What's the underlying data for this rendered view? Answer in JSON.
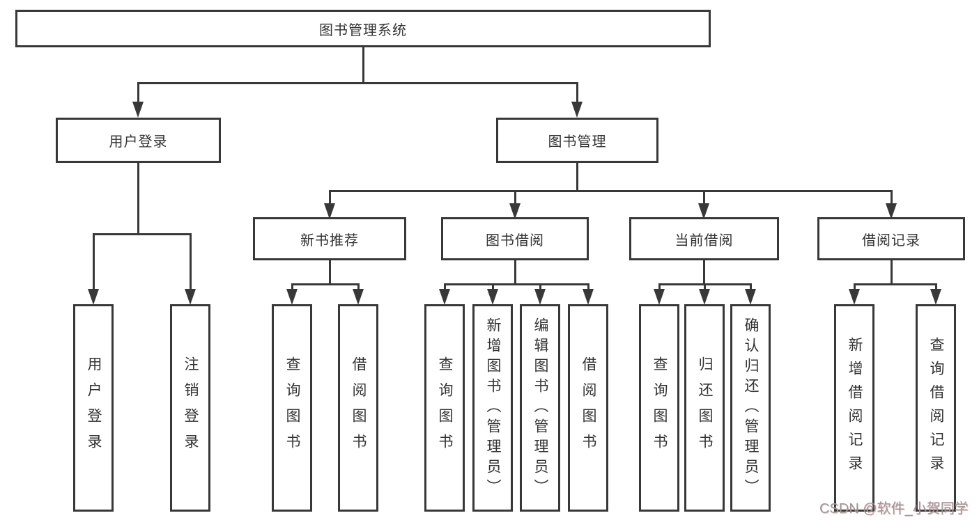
{
  "tree": {
    "root": "图书管理系统",
    "level1": [
      {
        "label": "用户登录",
        "children": [
          "用户登录",
          "注销登录"
        ]
      },
      {
        "label": "图书管理",
        "groups": [
          {
            "label": "新书推荐",
            "children": [
              "查询图书",
              "借阅图书"
            ]
          },
          {
            "label": "图书借阅",
            "children": [
              "查询图书",
              "新增图书（管理员）",
              "编辑图书（管理员）",
              "借阅图书"
            ]
          },
          {
            "label": "当前借阅",
            "children": [
              "查询图书",
              "归还图书",
              "确认归还（管理员）"
            ]
          },
          {
            "label": "借阅记录",
            "children": [
              "新增借阅记录",
              "查询借阅记录"
            ]
          }
        ]
      }
    ]
  },
  "watermark": {
    "text": "CSDN @软件_小贺同学"
  },
  "colors": {
    "line": "#383838",
    "box_border": "#383838",
    "text": "#333333",
    "background": "#ffffff",
    "watermark": "#9a9a9a"
  }
}
